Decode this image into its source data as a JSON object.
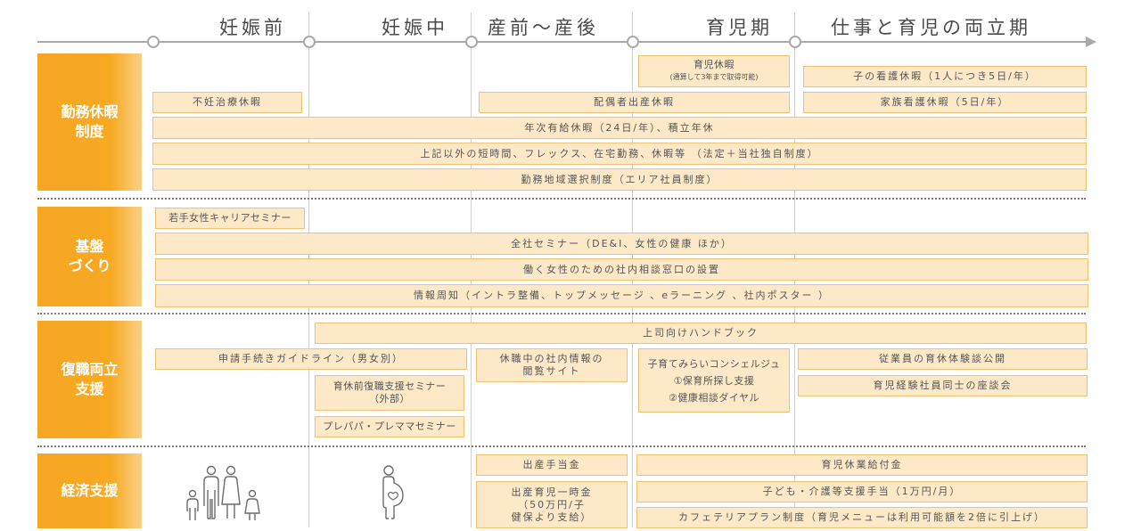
{
  "phases": [
    "妊娠前",
    "妊娠中",
    "産前～産後",
    "育児期",
    "仕事と育児の両立期"
  ],
  "categories": {
    "leave": "勤務休暇\n制度",
    "foundation": "基盤\nづくり",
    "return": "復職両立\n支援",
    "financial": "経済支援"
  },
  "leave": {
    "childcare_leave": "育児休暇",
    "childcare_leave_sub": "(通算して3年まで取得可能)",
    "child_nursing": "子の看護休暇（1人につき5日/年）",
    "infertility": "不妊治療休暇",
    "spouse_birth": "配偶者出産休暇",
    "family_care": "家族看護休暇（5日/年）",
    "annual_paid": "年次有給休暇（24日/年）、積立年休",
    "flex": "上記以外の短時間、フレックス、在宅勤務、休暇等 （法定＋当社独自制度）",
    "area": "勤務地域選択制度（エリア社員制度）"
  },
  "foundation": {
    "young_women": "若手女性キャリアセミナー",
    "company_seminar": "全社セミナー（DE&I、女性の健康 ほか）",
    "consult": "働く女性のための社内相談窓口の設置",
    "info": "情報周知（イントラ整備、トップメッセージ 、eラーニング 、社内ポスター ）"
  },
  "return": {
    "handbook": "上司向けハンドブック",
    "guideline": "申請手続きガイドライン（男女別）",
    "leave_site": "休職中の社内情報の\n閲覧サイト",
    "concierge_title": "子育てみらいコンシェルジュ",
    "concierge_1": "①保育所探し支援",
    "concierge_2": "②健康相談ダイヤル",
    "experience": "従業員の育休体験談公開",
    "roundtable": "育児経験社員同士の座談会",
    "pre_leave_seminar": "育休前復職支援セミナー\n（外部）",
    "prepapa": "プレパパ・プレママセミナー"
  },
  "financial": {
    "birth_allowance": "出産手当金",
    "lump_sum": "出産育児一時金\n（50万円/子\n健保より支給）",
    "childcare_benefit": "育児休業給付金",
    "child_care_allowance": "子ども・介護等支援手当（1万円/月）",
    "cafeteria": "カフェテリアプラン制度（育児メニューは利用可能額を2倍に引上げ）"
  },
  "icons": {
    "family": "family-icon",
    "pregnant": "pregnant-woman-icon"
  },
  "colors": {
    "accent": "#f6a623",
    "box_fill": "#fde9c8",
    "box_border": "#f0c173"
  }
}
